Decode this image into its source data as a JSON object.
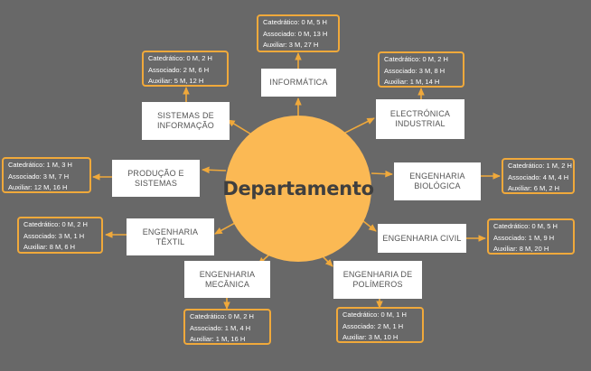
{
  "hub": {
    "label": "Departamento"
  },
  "colors": {
    "background": "#686868",
    "hub": "#fbb954",
    "connector": "#f0a93b",
    "box": "#ffffff"
  },
  "departments": [
    {
      "id": "informatica",
      "name_lines": [
        "INFORMÁTICA"
      ],
      "stats": [
        "Catedrático: 0 M, 5 H",
        "Associado:  0 M, 13 H",
        "Auxiliar: 3 M, 27 H"
      ]
    },
    {
      "id": "sistemas-informacao",
      "name_lines": [
        "SISTEMAS DE",
        "INFORMAÇÃO"
      ],
      "stats": [
        "Catedrático: 0 M, 2 H",
        "Associado:  2 M, 6 H",
        "Auxiliar: 5 M, 12 H"
      ]
    },
    {
      "id": "electronica-industrial",
      "name_lines": [
        "ELECTRÓNICA",
        "INDUSTRIAL"
      ],
      "stats": [
        "Catedrático: 0 M, 2 H",
        "Associado:  3 M, 8 H",
        "Auxiliar: 1 M, 14 H"
      ]
    },
    {
      "id": "producao-sistemas",
      "name_lines": [
        "PRODUÇÃO E",
        "SISTEMAS"
      ],
      "stats": [
        "Catedrático: 1 M, 3 H",
        "Associado:  3 M, 7 H",
        "Auxiliar: 12 M, 16 H"
      ]
    },
    {
      "id": "engenharia-biologica",
      "name_lines": [
        "ENGENHARIA",
        "BIOLÓGICA"
      ],
      "stats": [
        "Catedrático: 1 M, 2 H",
        "Associado:  4 M, 4 H",
        "Auxiliar: 6 M, 2 H"
      ]
    },
    {
      "id": "engenharia-textil",
      "name_lines": [
        "ENGENHARIA",
        "TÊXTIL"
      ],
      "stats": [
        "Catedrático: 0 M, 2 H",
        "Associado:  3 M, 1 H",
        "Auxiliar: 8 M, 6 H"
      ]
    },
    {
      "id": "engenharia-civil",
      "name_lines": [
        "ENGENHARIA CIVIL"
      ],
      "stats": [
        "Catedrático: 0 M, 5 H",
        "Associado:  1 M, 9 H",
        "Auxiliar: 8 M, 20 H"
      ]
    },
    {
      "id": "engenharia-mecanica",
      "name_lines": [
        "ENGENHARIA",
        "MECÂNICA"
      ],
      "stats": [
        "Catedrático: 0 M, 2 H",
        "Associado:  1 M, 4 H",
        "Auxiliar: 1 M, 16 H"
      ]
    },
    {
      "id": "engenharia-polimeros",
      "name_lines": [
        "ENGENHARIA DE",
        "POLÍMEROS"
      ],
      "stats": [
        "Catedrático: 0 M, 1 H",
        "Associado:  2 M, 1 H",
        "Auxiliar: 3 M, 10 H"
      ]
    }
  ]
}
